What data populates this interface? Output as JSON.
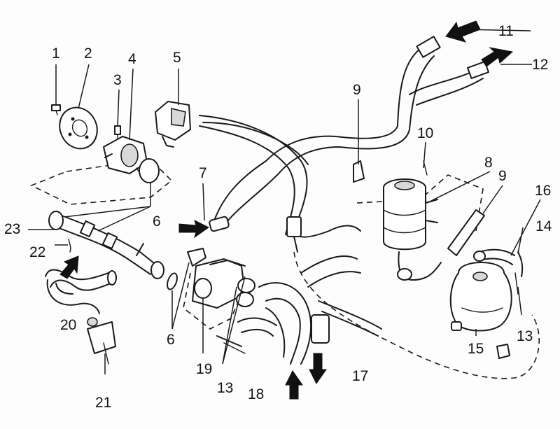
{
  "labels": {
    "n1": "1",
    "n2": "2",
    "n3": "3",
    "n4": "4",
    "n5": "5",
    "n6a": "6",
    "n6b": "6",
    "n7": "7",
    "n8": "8",
    "n9a": "9",
    "n9b": "9",
    "n10": "10",
    "n11": "11",
    "n12": "12",
    "n13a": "13",
    "n13b": "13",
    "n14": "14",
    "n15": "15",
    "n16": "16",
    "n17": "17",
    "n18": "18",
    "n19": "19",
    "n20": "20",
    "n21": "21",
    "n22": "22",
    "n23": "23"
  }
}
